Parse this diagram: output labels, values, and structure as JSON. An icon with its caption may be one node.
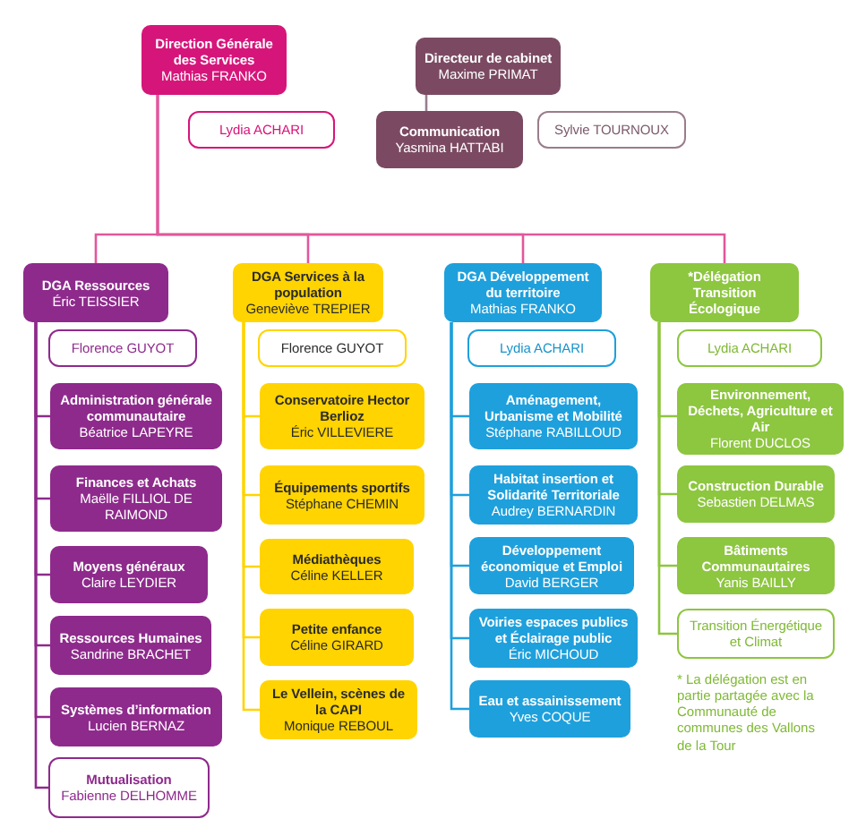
{
  "diagram": {
    "nodes": [
      {
        "text": [
          "Direction Générale des Services",
          "Mathias FRANKO"
        ]
      },
      {
        "text": [
          "Lydia ACHARI"
        ]
      },
      {
        "text": [
          "Directeur de cabinet",
          "Maxime PRIMAT"
        ]
      },
      {
        "text": [
          "Communication",
          "Yasmina HATTABI"
        ]
      },
      {
        "text": [
          "Sylvie TOURNOUX"
        ]
      },
      {
        "text": [
          "DGA Ressources",
          "Éric TEISSIER"
        ]
      },
      {
        "text": [
          "Florence GUYOT"
        ]
      },
      {
        "text": [
          "Administration générale communautaire",
          "Béatrice LAPEYRE"
        ]
      },
      {
        "text": [
          "Finances et Achats",
          "Maëlle FILLIOL DE RAIMOND"
        ]
      },
      {
        "text": [
          "Moyens généraux",
          "Claire LEYDIER"
        ]
      },
      {
        "text": [
          "Ressources Humaines",
          "Sandrine BRACHET"
        ]
      },
      {
        "text": [
          "Systèmes d’information",
          "Lucien BERNAZ"
        ]
      },
      {
        "text": [
          "Mutualisation",
          "Fabienne DELHOMME"
        ]
      },
      {
        "text": [
          "DGA Services à la population",
          "Geneviève TREPIER"
        ]
      },
      {
        "text": [
          "Florence GUYOT"
        ]
      },
      {
        "text": [
          "Conservatoire Hector Berlioz",
          "Éric VILLEVIERE"
        ]
      },
      {
        "text": [
          "Équipements sportifs",
          "Stéphane CHEMIN"
        ]
      },
      {
        "text": [
          "Médiathèques",
          "Céline KELLER"
        ]
      },
      {
        "text": [
          "Petite enfance",
          "Céline GIRARD"
        ]
      },
      {
        "text": [
          "Le Vellein, scènes de la CAPI",
          "Monique REBOUL"
        ]
      },
      {
        "text": [
          "DGA Développement du territoire",
          "Mathias FRANKO"
        ]
      },
      {
        "text": [
          "Lydia ACHARI"
        ]
      },
      {
        "text": [
          "Aménagement, Urbanisme et Mobilité",
          "Stéphane RABILLOUD"
        ]
      },
      {
        "text": [
          "Habitat insertion et Solidarité Territoriale",
          "Audrey BERNARDIN"
        ]
      },
      {
        "text": [
          "Développement économique et Emploi",
          "David BERGER"
        ]
      },
      {
        "text": [
          "Voiries espaces publics et Éclairage public",
          "Éric MICHOUD"
        ]
      },
      {
        "text": [
          "Eau et assainissement",
          "Yves COQUE"
        ]
      },
      {
        "text": [
          "*Délégation Transition Écologique"
        ]
      },
      {
        "text": [
          "Lydia ACHARI"
        ]
      },
      {
        "text": [
          "Environnement, Déchets, Agriculture et Air",
          "Florent DUCLOS"
        ]
      },
      {
        "text": [
          "Construction Durable",
          "Sebastien DELMAS"
        ]
      },
      {
        "text": [
          "Bâtiments Communautaires",
          "Yanis BAILLY"
        ]
      },
      {
        "text": [
          "Transition Énergétique et Climat"
        ]
      }
    ],
    "edges": [
      {
        "from": 0,
        "to": 5,
        "arrow": "none",
        "color": "#e2579b"
      },
      {
        "from": 0,
        "to": 13,
        "arrow": "none",
        "color": "#e2579b"
      },
      {
        "from": 0,
        "to": 20,
        "arrow": "none",
        "color": "#e2579b"
      },
      {
        "from": 0,
        "to": 27,
        "arrow": "none",
        "color": "#e2579b"
      },
      {
        "from": 2,
        "to": 3,
        "arrow": "none",
        "color": "#9a7d8c"
      },
      {
        "from": 5,
        "to": 7,
        "arrow": "none"
      },
      {
        "from": 5,
        "to": 8,
        "arrow": "none"
      },
      {
        "from": 5,
        "to": 9,
        "arrow": "none"
      },
      {
        "from": 5,
        "to": 10,
        "arrow": "none"
      },
      {
        "from": 5,
        "to": 11,
        "arrow": "none"
      },
      {
        "from": 5,
        "to": 12,
        "arrow": "none"
      },
      {
        "from": 13,
        "to": 15,
        "arrow": "none",
        "color": "#ffd400"
      },
      {
        "from": 13,
        "to": 16,
        "arrow": "none",
        "color": "#ffd400"
      },
      {
        "from": 13,
        "to": 17,
        "arrow": "none",
        "color": "#ffd400"
      },
      {
        "from": 13,
        "to": 18,
        "arrow": "none",
        "color": "#ffd400"
      },
      {
        "from": 13,
        "to": 19,
        "arrow": "none",
        "color": "#ffd400"
      },
      {
        "from": 20,
        "to": 22,
        "arrow": "none",
        "color": "#1ea0dc"
      },
      {
        "from": 20,
        "to": 23,
        "arrow": "none",
        "color": "#1ea0dc"
      },
      {
        "from": 20,
        "to": 24,
        "arrow": "none",
        "color": "#1ea0dc"
      },
      {
        "from": 20,
        "to": 25,
        "arrow": "none",
        "color": "#1ea0dc"
      },
      {
        "from": 20,
        "to": 26,
        "arrow": "none",
        "color": "#1ea0dc"
      },
      {
        "from": 27,
        "to": 29,
        "arrow": "none",
        "color": "#8dc63f"
      },
      {
        "from": 27,
        "to": 30,
        "arrow": "none",
        "color": "#8dc63f"
      },
      {
        "from": 27,
        "to": 31,
        "arrow": "none",
        "color": "#8dc63f"
      },
      {
        "from": 27,
        "to": 32,
        "arrow": "none",
        "color": "#8dc63f"
      }
    ],
    "labels": [
      "* La délégation est en partie partagée avec la Communauté de communes des Vallons de la Tour"
    ]
  }
}
